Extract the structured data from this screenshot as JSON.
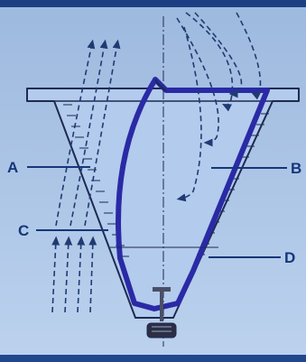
{
  "colors": {
    "background_top": "#9db9de",
    "background_bottom": "#bcd2ee",
    "border_top": "#1c3f84",
    "border_bottom": "#21478d",
    "cone_fill": "#b3cbec",
    "outline": "#1e2a52",
    "inner_wall": "#2a2aa6",
    "flow_line": "#203a72",
    "label": "#15367a"
  },
  "callouts": [
    {
      "id": "A",
      "text": "A"
    },
    {
      "id": "B",
      "text": "B"
    },
    {
      "id": "C",
      "text": "C"
    },
    {
      "id": "D",
      "text": "D"
    }
  ],
  "icons": {
    "inflow": "arrow-up-icon",
    "return_flow": "arrow-left-icon",
    "outlet": "drain-valve-icon"
  }
}
